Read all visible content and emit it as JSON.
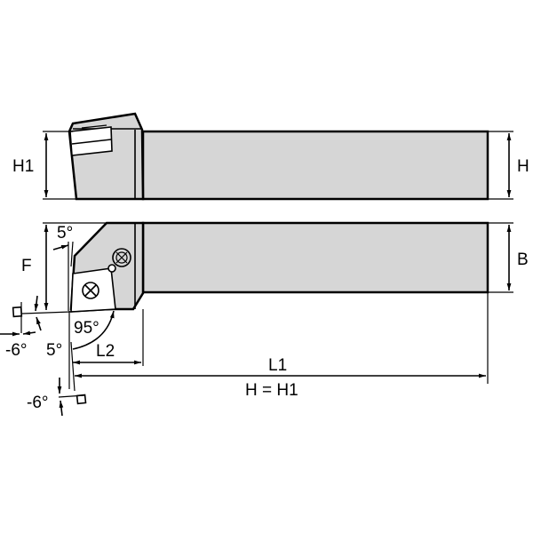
{
  "diagram": {
    "type": "turning tool holder technical drawing",
    "colors": {
      "body": "#d6d6d6",
      "line": "#000000",
      "background": "#ffffff"
    },
    "side_view": {
      "labels": {
        "left_height": "H1",
        "right_height": "H"
      }
    },
    "top_view": {
      "labels": {
        "width": "B",
        "offset": "F",
        "clearance_angle_top": "5°",
        "lead_angle": "95°",
        "clearance_angle_side": "5°",
        "head_length": "L2",
        "inclination_left": "-6°",
        "inclination_bottom": "-6°"
      }
    },
    "dimensions": {
      "overall_length": "L1",
      "note": "H = H1"
    }
  }
}
